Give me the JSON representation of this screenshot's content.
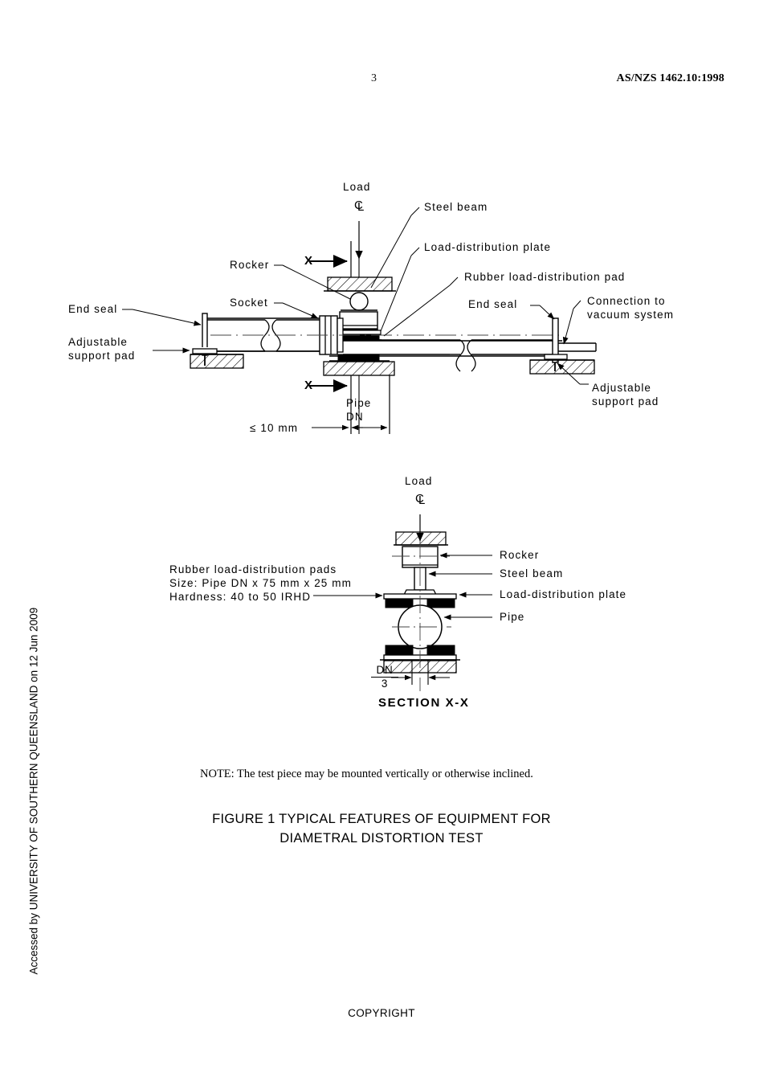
{
  "header": {
    "page_number": "3",
    "standard_ref": "AS/NZS 1462.10:1998"
  },
  "sidebar": {
    "access_note": "Accessed by UNIVERSITY OF SOUTHERN QUEENSLAND on 12 Jun 2009"
  },
  "footer": {
    "copyright": "COPYRIGHT"
  },
  "figure": {
    "note": "NOTE: The test piece may be mounted vertically or otherwise inclined.",
    "caption_line1": "FIGURE  1   TYPICAL FEATURES OF EQUIPMENT FOR",
    "caption_line2": "DIAMETRAL DISTORTION TEST",
    "section_caption": "SECTION X-X"
  },
  "elevation_view": {
    "load_label": "Load",
    "centreline_c": "C",
    "centreline_l": "L",
    "section_marker_left": "X",
    "section_marker_bottom": "X",
    "labels": {
      "steel_beam": "Steel beam",
      "load_distribution_plate": "Load-distribution plate",
      "rubber_load_distribution_pad": "Rubber  load-distribution  pad",
      "rocker": "Rocker",
      "socket": "Socket",
      "end_seal_left": "End seal",
      "end_seal_right": "End  seal",
      "connection_to_vacuum_line1": "Connection  to",
      "connection_to_vacuum_line2": "vacuum  system",
      "adjustable_support_pad_left_line1": "Adjustable",
      "adjustable_support_pad_left_line2": "support pad",
      "adjustable_support_pad_right_line1": "Adjustable",
      "adjustable_support_pad_right_line2": "support  pad",
      "pipe_dn_line1": "Pipe",
      "pipe_dn_line2": "DN",
      "clearance_dim": "≤ 10  mm"
    }
  },
  "section_view": {
    "load_label": "Load",
    "centreline_c": "C",
    "centreline_l": "L",
    "labels": {
      "rocker": "Rocker",
      "steel_beam": "Steel  beam",
      "load_distribution_plate": "Load-distribution  plate",
      "pipe": "Pipe",
      "pad_spec_line1": "Rubber  load-distribution  pads",
      "pad_spec_line2": "Size:  Pipe  DN  x  75  mm  x  25  mm",
      "pad_spec_line3": "Hardness:  40  to  50  IRHD",
      "dn_numerator": "DN",
      "dn_denominator": "3"
    }
  }
}
